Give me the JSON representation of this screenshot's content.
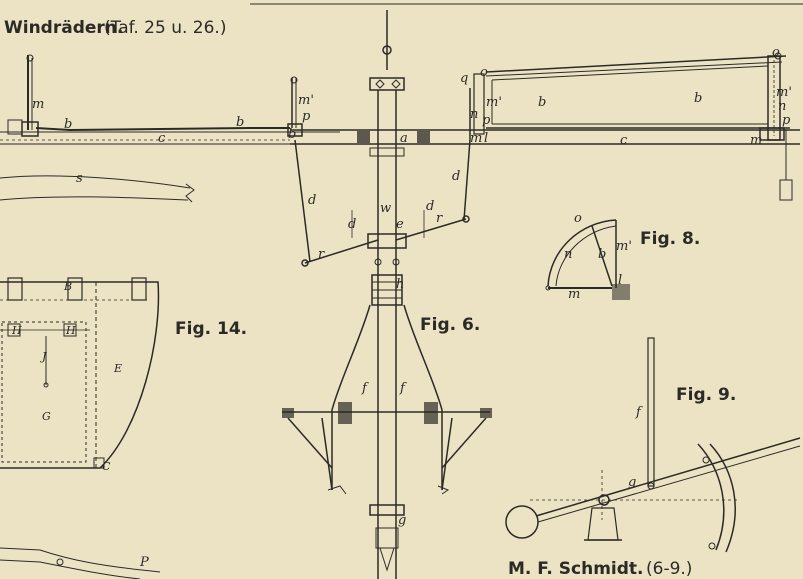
{
  "header": {
    "title_bold": "Windrädern.",
    "title_ref": "(Taf. 25 u. 26.)"
  },
  "figures": {
    "fig6": "Fig. 6.",
    "fig8": "Fig. 8.",
    "fig9": "Fig. 9.",
    "fig14": "Fig. 14."
  },
  "credit": {
    "name": "M. F. Schmidt.",
    "range": "(6-9.)"
  },
  "labels": {
    "a": "a",
    "b": "b",
    "c": "c",
    "d": "d",
    "e": "e",
    "f": "f",
    "g": "g",
    "h": "h",
    "l": "l",
    "m": "m",
    "m_prime": "m'",
    "n": "n",
    "o": "o",
    "p": "p",
    "q": "q",
    "r": "r",
    "s": "s",
    "w": "w",
    "B": "B",
    "C": "C",
    "E": "E",
    "G": "G",
    "H": "H",
    "J": "J",
    "P": "P"
  },
  "colors": {
    "paper": "#ece3c4",
    "ink": "#2c2a26"
  }
}
